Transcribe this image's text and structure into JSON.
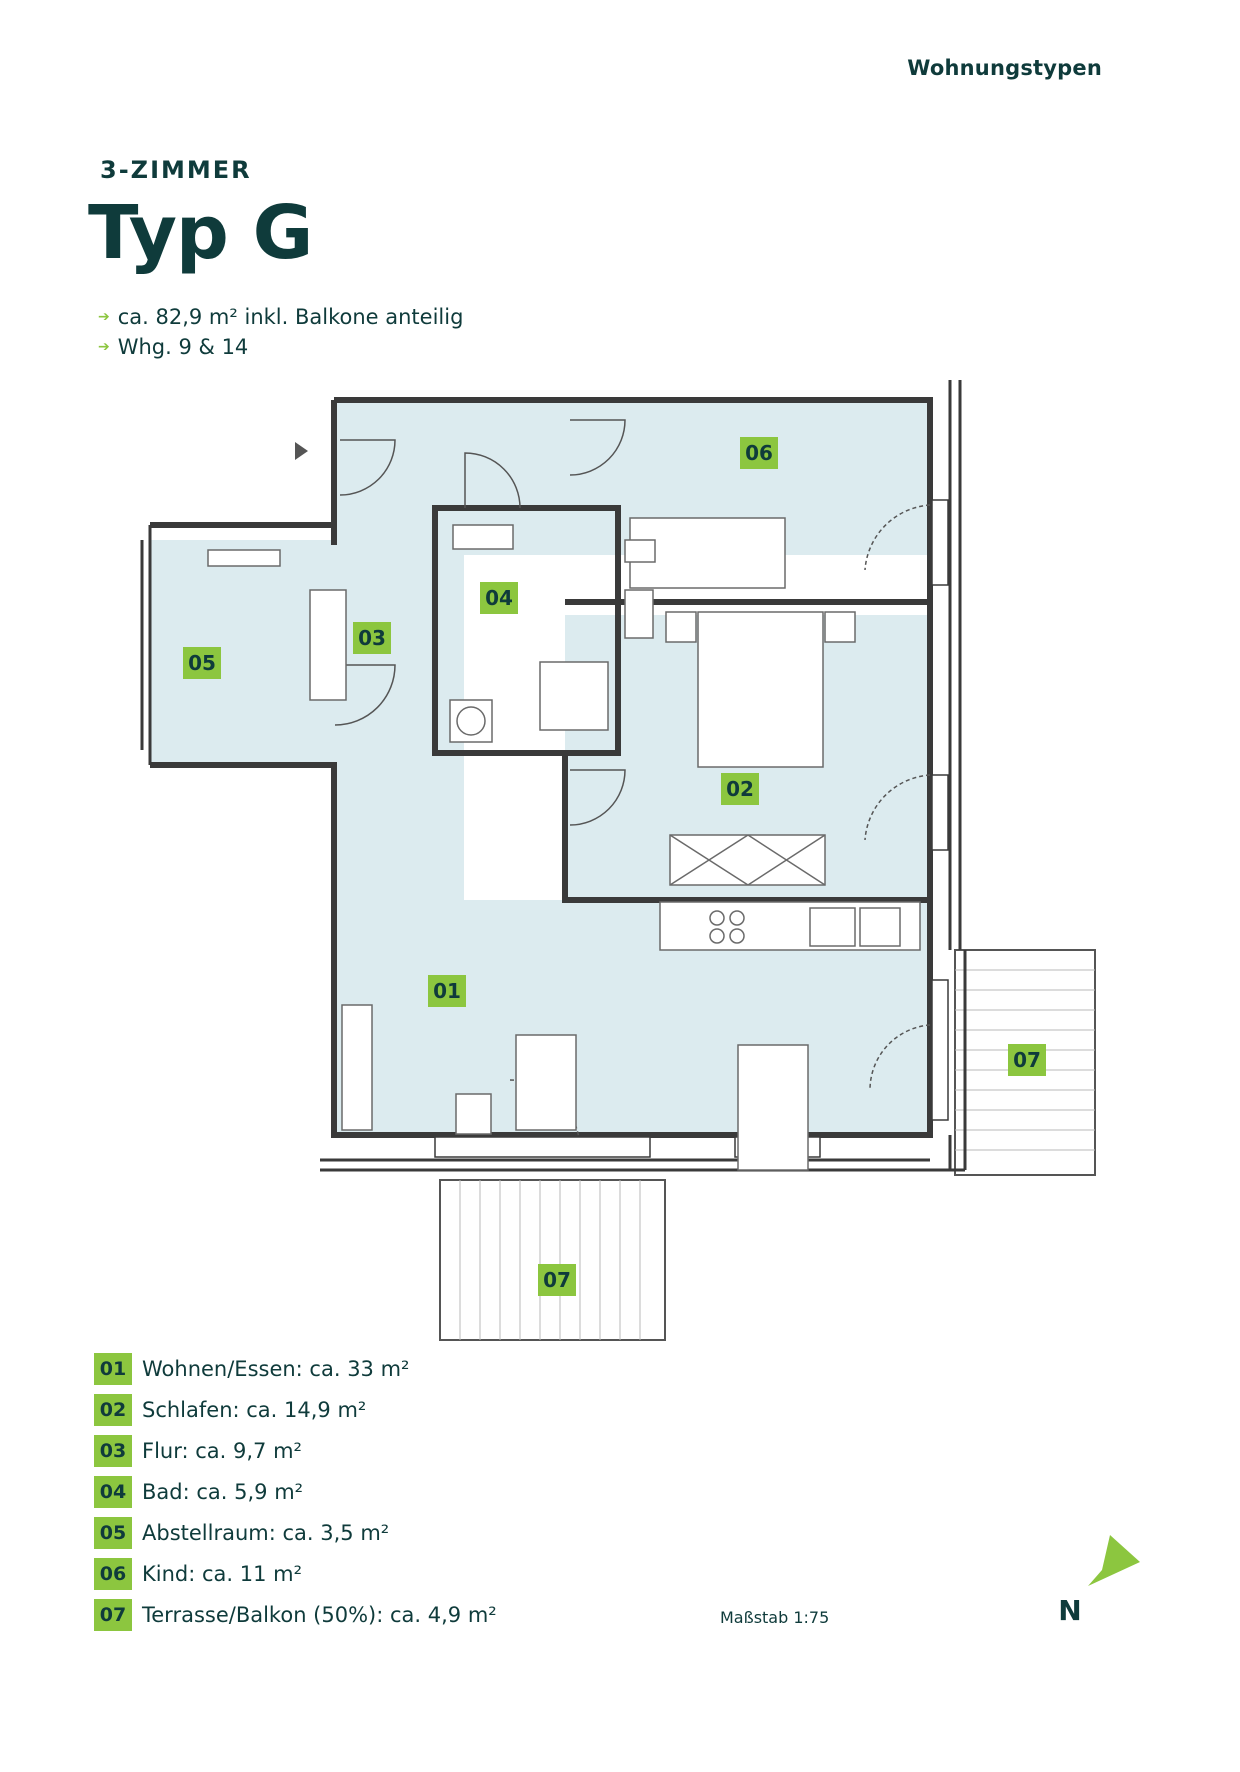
{
  "header": {
    "section": "Wohnungstypen"
  },
  "apartment": {
    "kicker": "3-ZIMMER",
    "title": "Typ G",
    "facts": [
      "ca. 82,9 m² inkl. Balkone anteilig",
      "Whg. 9 & 14"
    ]
  },
  "colors": {
    "accent": "#8cc63f",
    "text": "#0f3b3b",
    "floor": "#dcebef",
    "wall": "#3a3a3a"
  },
  "plan": {
    "room_tags": {
      "r01": "01",
      "r02": "02",
      "r03": "03",
      "r04": "04",
      "r05": "05",
      "r06": "06",
      "r07a": "07",
      "r07b": "07"
    }
  },
  "legend": [
    {
      "num": "01",
      "label": "Wohnen/Essen: ca. 33 m²"
    },
    {
      "num": "02",
      "label": "Schlafen: ca. 14,9 m²"
    },
    {
      "num": "03",
      "label": "Flur: ca. 9,7 m²"
    },
    {
      "num": "04",
      "label": "Bad: ca. 5,9 m²"
    },
    {
      "num": "05",
      "label": "Abstellraum: ca. 3,5 m²"
    },
    {
      "num": "06",
      "label": "Kind: ca. 11 m²"
    },
    {
      "num": "07",
      "label": "Terrasse/Balkon (50%): ca. 4,9 m²"
    }
  ],
  "scale": "Maßstab 1:75",
  "north": {
    "label": "N",
    "icon": "north-arrow-icon"
  }
}
